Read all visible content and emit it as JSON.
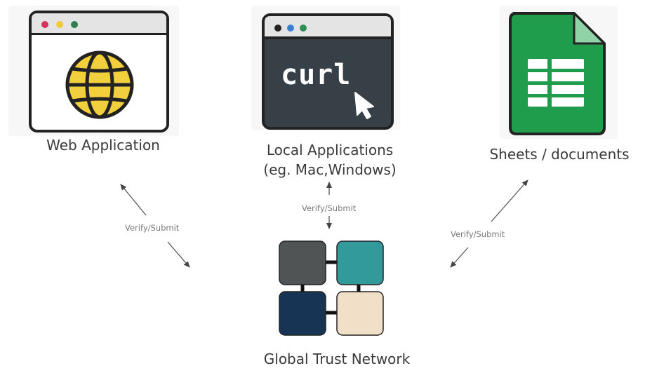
{
  "nodes": {
    "web_app": {
      "label": "Web Application"
    },
    "local_apps": {
      "label_line1": "Local Applications",
      "label_line2": "(eg. Mac,Windows)",
      "terminal_text": "curl"
    },
    "sheets": {
      "label": "Sheets / documents"
    },
    "trust_network": {
      "label": "Global Trust Network"
    }
  },
  "edges": [
    {
      "from": "web_app",
      "to": "trust_network",
      "label": "Verify/Submit"
    },
    {
      "from": "local_apps",
      "to": "trust_network",
      "label": "Verify/Submit"
    },
    {
      "from": "sheets",
      "to": "trust_network",
      "label": "Verify/Submit"
    }
  ],
  "colors": {
    "browser_dots": [
      "#d6335e",
      "#f0c93a",
      "#2f7d4c"
    ],
    "globe": "#f2cf3c",
    "terminal_bg": "#374046",
    "terminal_dots": [
      "#222222",
      "#3a7fd0",
      "#2f8c55"
    ],
    "sheets_green": "#1f9d4d",
    "tiles": [
      "#505455",
      "#339a9c",
      "#173455",
      "#f1dfc8"
    ]
  }
}
